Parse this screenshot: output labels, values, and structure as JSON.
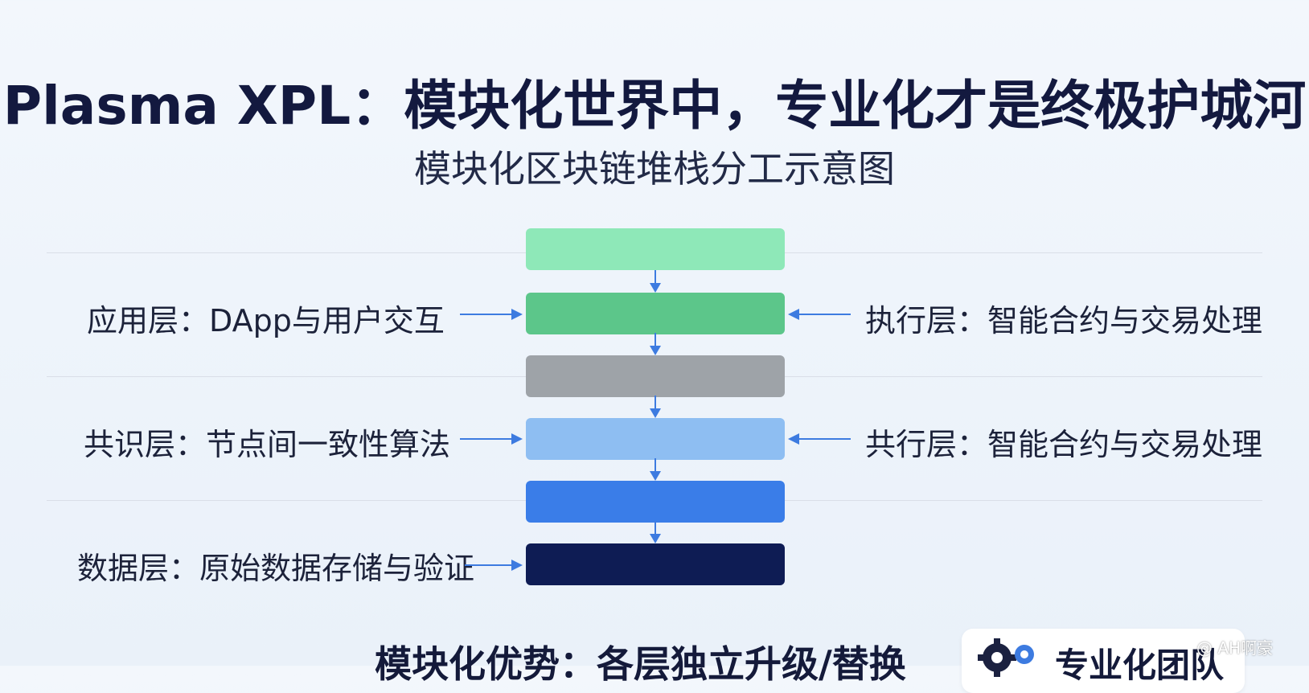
{
  "title": "Plasma XPL：模块化世界中，专业化才是终极护城河",
  "subtitle": "模块化区块链堆栈分工示意图",
  "layers": [
    {
      "color": "#8ee8b8"
    },
    {
      "color": "#5cc68a"
    },
    {
      "color": "#9ea3a8"
    },
    {
      "color": "#8ebef2"
    },
    {
      "color": "#3a7de8"
    },
    {
      "color": "#0e1c54"
    }
  ],
  "labels": {
    "app": "应用层：DApp与用户交互",
    "execution": "执行层：智能合约与交易处理",
    "consensus": "共识层：节点间一致性算法",
    "shared": "共行层：智能合约与交易处理",
    "data": "数据层：原始数据存储与验证"
  },
  "bottom": {
    "advantage": "模块化优势：各层独立升级/替换",
    "badge": "专业化团队"
  },
  "watermark": "@ AH啊豪",
  "colors": {
    "arrow": "#3d7be0",
    "title": "#13193f"
  }
}
